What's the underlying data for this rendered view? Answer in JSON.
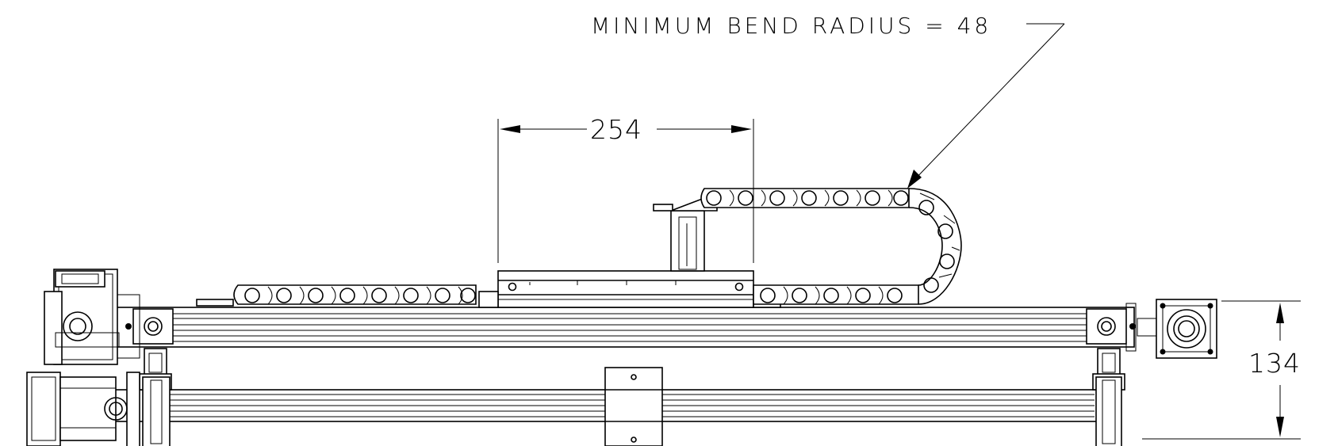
{
  "annotations": {
    "bend_radius_note": "MINIMUM BEND RADIUS = 48",
    "carriage_stroke_dimension": "254",
    "overall_height_dimension": "134"
  },
  "colors": {
    "line": "#000000",
    "background": "#ffffff"
  },
  "icons": [
    "drag-chain",
    "motor-mount",
    "belt-pulley",
    "linear-rail",
    "carriage"
  ]
}
